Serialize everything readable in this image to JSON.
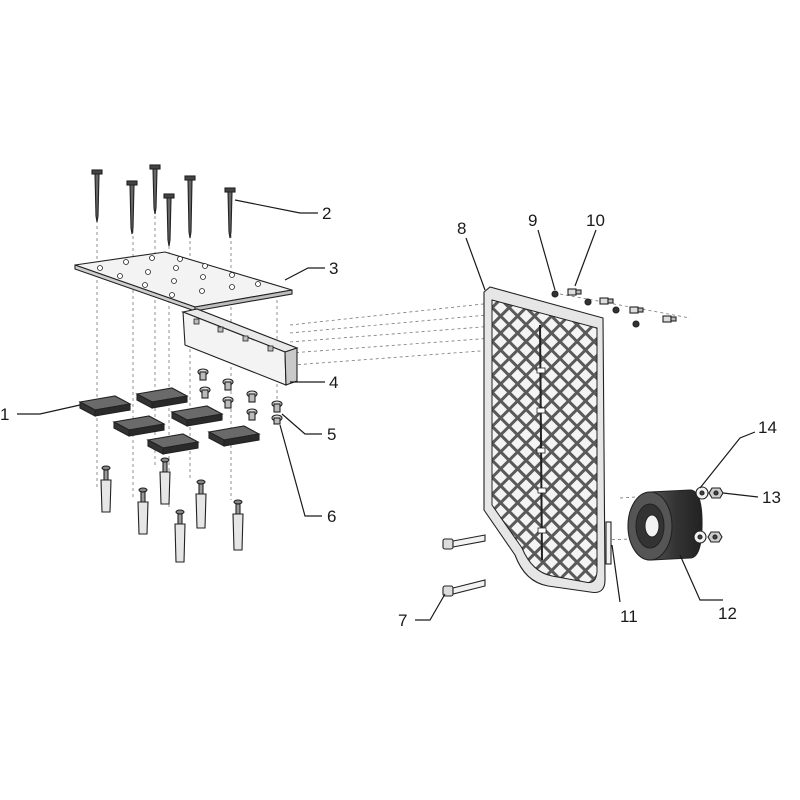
{
  "diagram": {
    "callouts": [
      {
        "id": "c1",
        "label": "1"
      },
      {
        "id": "c2",
        "label": "2"
      },
      {
        "id": "c3",
        "label": "3"
      },
      {
        "id": "c4",
        "label": "4"
      },
      {
        "id": "c5",
        "label": "5"
      },
      {
        "id": "c6",
        "label": "6"
      },
      {
        "id": "c7",
        "label": "7"
      },
      {
        "id": "c8",
        "label": "8"
      },
      {
        "id": "c9",
        "label": "9"
      },
      {
        "id": "c10",
        "label": "10"
      },
      {
        "id": "c11",
        "label": "11"
      },
      {
        "id": "c12",
        "label": "12"
      },
      {
        "id": "c13",
        "label": "13"
      },
      {
        "id": "c14",
        "label": "14"
      }
    ],
    "colors": {
      "part_fill": "#f2f2f2",
      "part_dark": "#3a3a3a",
      "pad_fill": "#4a4a4a",
      "line": "#222222",
      "background": "#ffffff"
    }
  }
}
